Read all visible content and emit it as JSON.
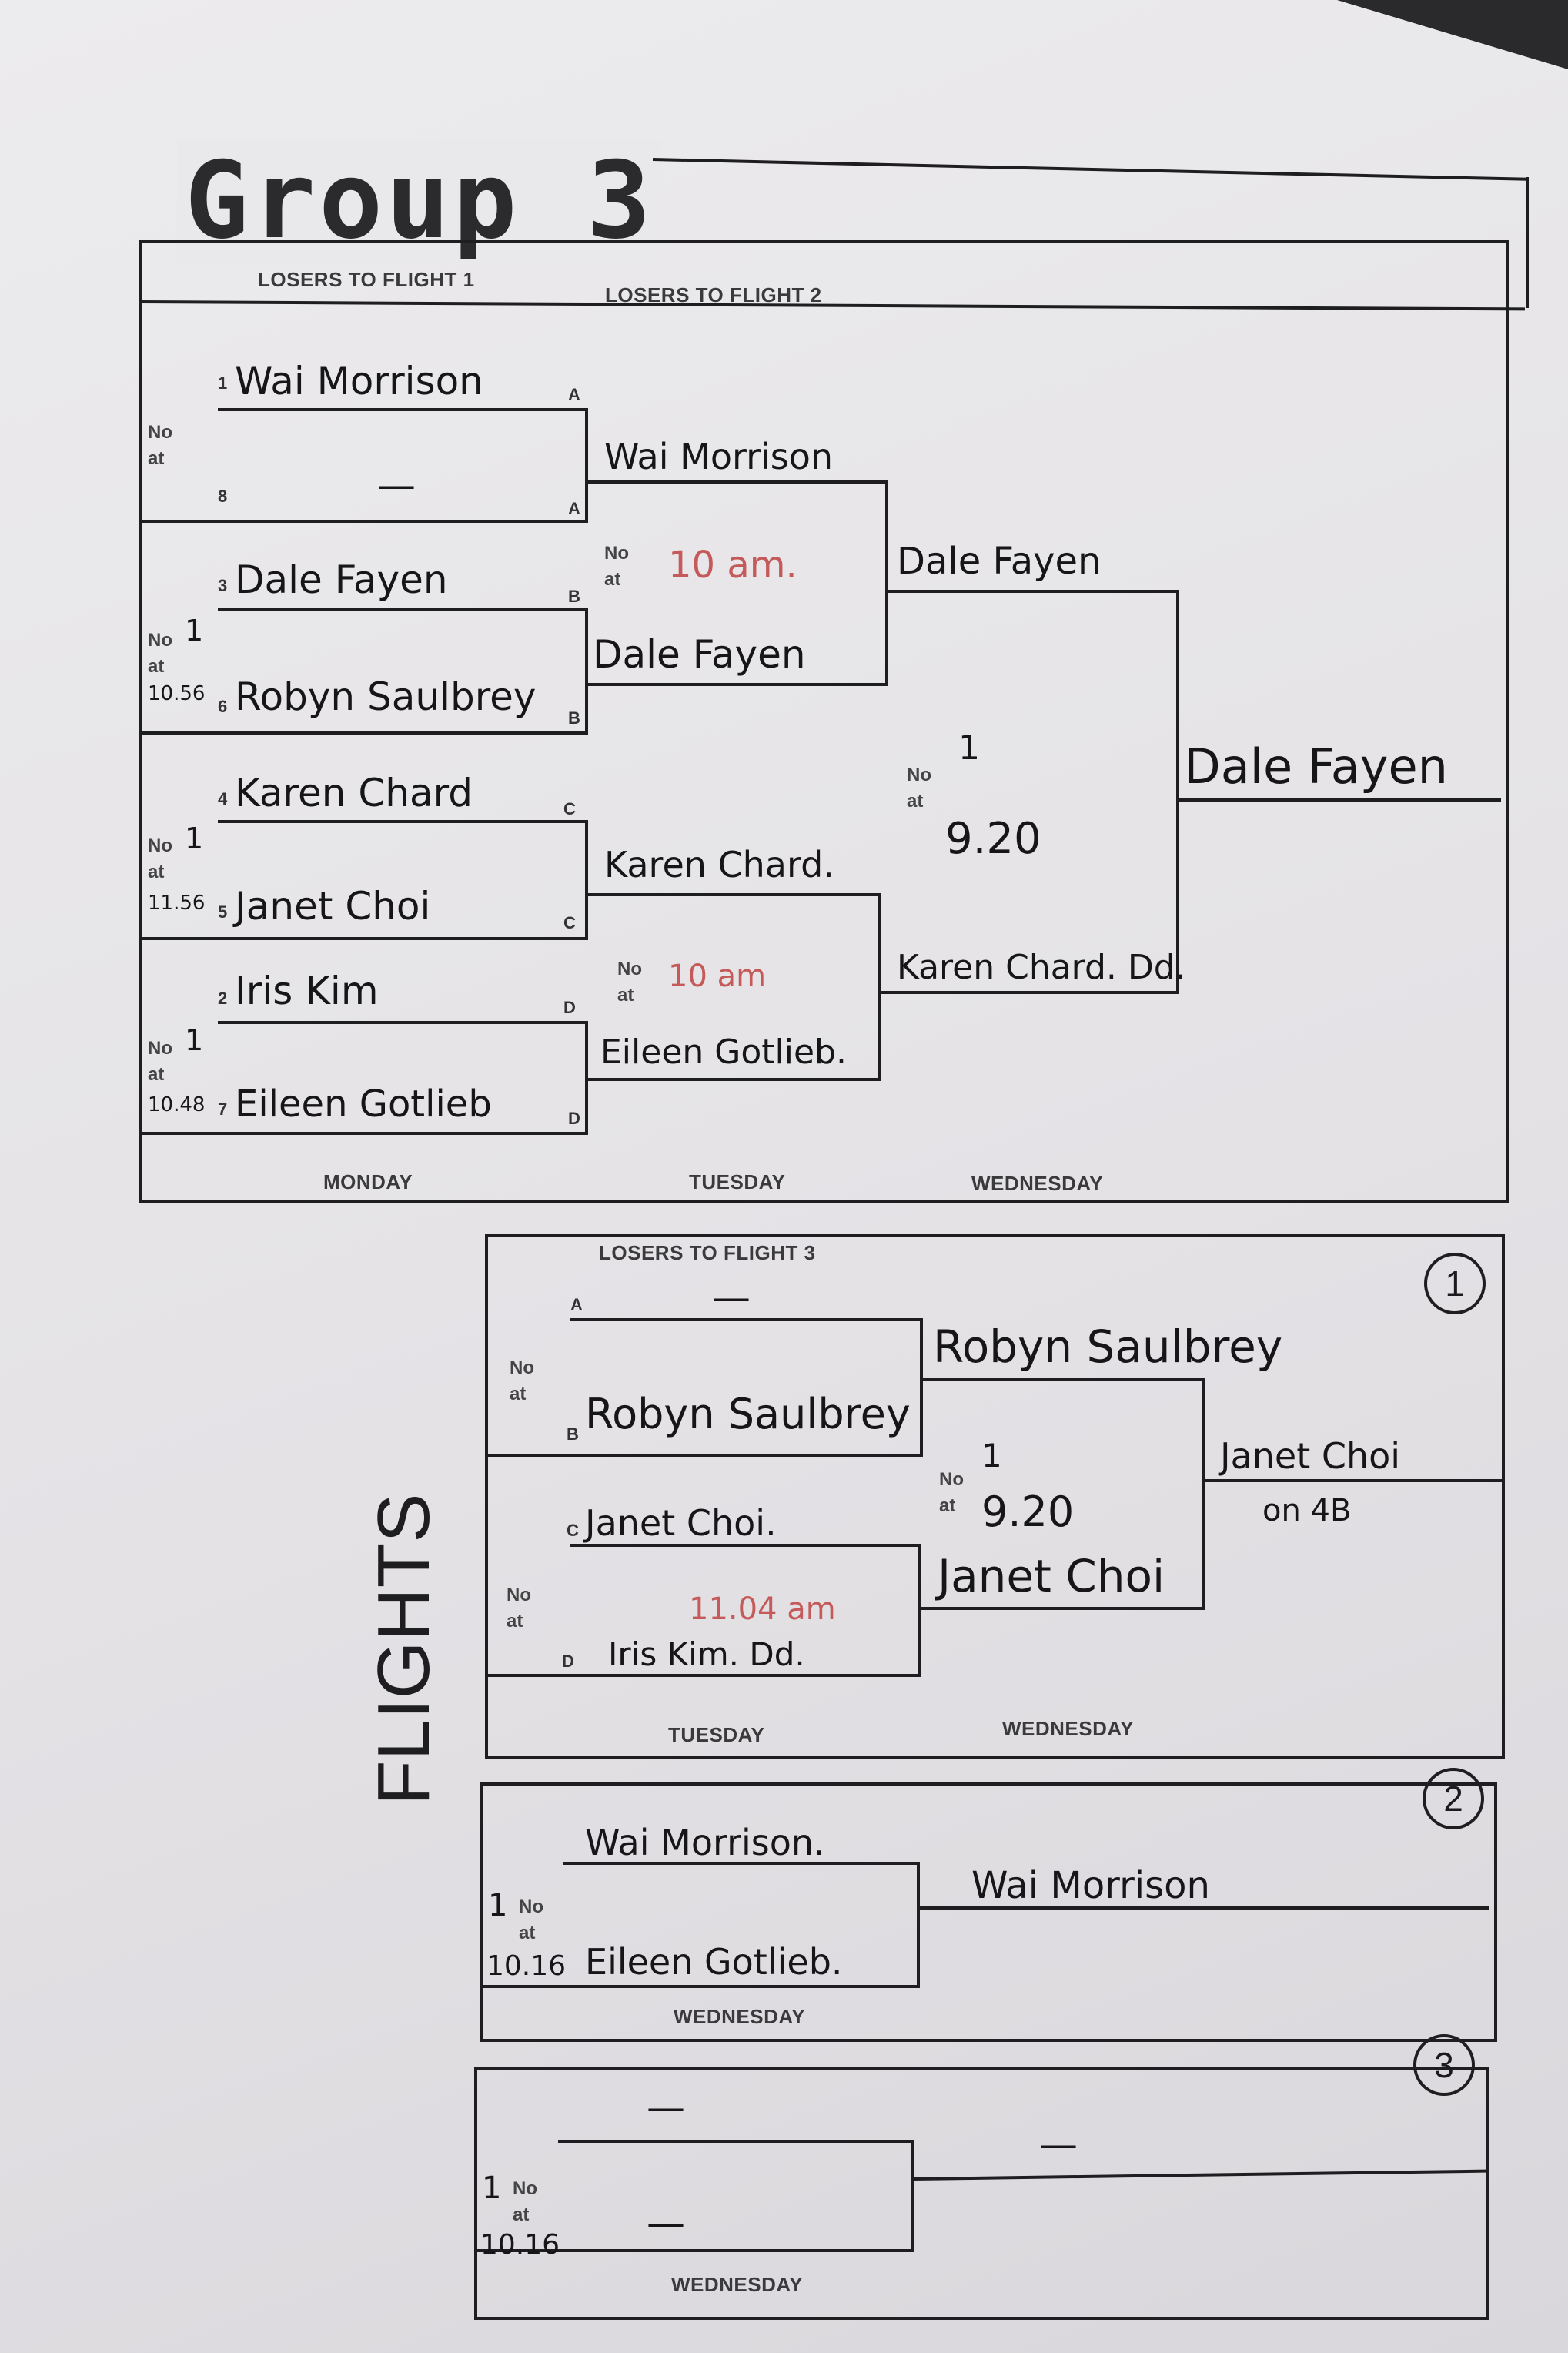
{
  "title": "Group 3",
  "main": {
    "losers_labels": [
      "LOSERS TO FLIGHT 1",
      "LOSERS TO FLIGHT 2"
    ],
    "days": [
      "MONDAY",
      "TUESDAY",
      "WEDNESDAY"
    ],
    "no_label": "No",
    "at_label": "at",
    "round1": [
      {
        "seed": "1",
        "name": "Wai Morrison",
        "slot": "A"
      },
      {
        "seed": "8",
        "name": "—",
        "slot": "A"
      },
      {
        "seed": "3",
        "name": "Dale Fayen",
        "slot": "B"
      },
      {
        "seed": "6",
        "name": "Robyn Saulbrey",
        "slot": "B"
      },
      {
        "seed": "4",
        "name": "Karen Chard",
        "slot": "C"
      },
      {
        "seed": "5",
        "name": "Janet Choi",
        "slot": "C"
      },
      {
        "seed": "2",
        "name": "Iris Kim",
        "slot": "D"
      },
      {
        "seed": "7",
        "name": "Eileen Gotlieb",
        "slot": "D"
      }
    ],
    "round1_times": [
      {
        "no": "",
        "at": ""
      },
      {
        "no": "1",
        "at": "10.56"
      },
      {
        "no": "1",
        "at": "11.56"
      },
      {
        "no": "1",
        "at": "10.48"
      }
    ],
    "round2": [
      "Wai Morrison",
      "Dale Fayen",
      "Karen Chard.",
      "Eileen Gotlieb."
    ],
    "round2_times": [
      "10 am.",
      "10 am"
    ],
    "round3": [
      "Dale Fayen",
      "Karen Chard. Dd."
    ],
    "round3_time": {
      "no": "1",
      "at": "9.20"
    },
    "winner": "Dale Fayen"
  },
  "flights_label": "FLIGHTS",
  "flight1": {
    "number": "1",
    "losers_label": "LOSERS TO FLIGHT 3",
    "entries": [
      {
        "slot": "A",
        "name": "—"
      },
      {
        "slot": "B",
        "name": "Robyn Saulbrey"
      },
      {
        "slot": "C",
        "name": "Janet Choi."
      },
      {
        "slot": "D",
        "name": "Iris Kim. Dd."
      }
    ],
    "time_red": "11.04 am",
    "round2": [
      "Robyn Saulbrey",
      "Janet Choi"
    ],
    "round2_time": {
      "no": "1",
      "at": "9.20"
    },
    "winner": "Janet Choi",
    "winner_note": "on 4B",
    "days": [
      "TUESDAY",
      "WEDNESDAY"
    ]
  },
  "flight2": {
    "number": "2",
    "entries": [
      "Wai Morrison.",
      "Eileen Gotlieb."
    ],
    "time": {
      "no": "1",
      "at": "10.16"
    },
    "winner": "Wai Morrison",
    "day": "WEDNESDAY"
  },
  "flight3": {
    "number": "3",
    "entries": [
      "—",
      "—"
    ],
    "time": {
      "no": "1",
      "at": "10.16"
    },
    "winner": "—",
    "day": "WEDNESDAY"
  }
}
